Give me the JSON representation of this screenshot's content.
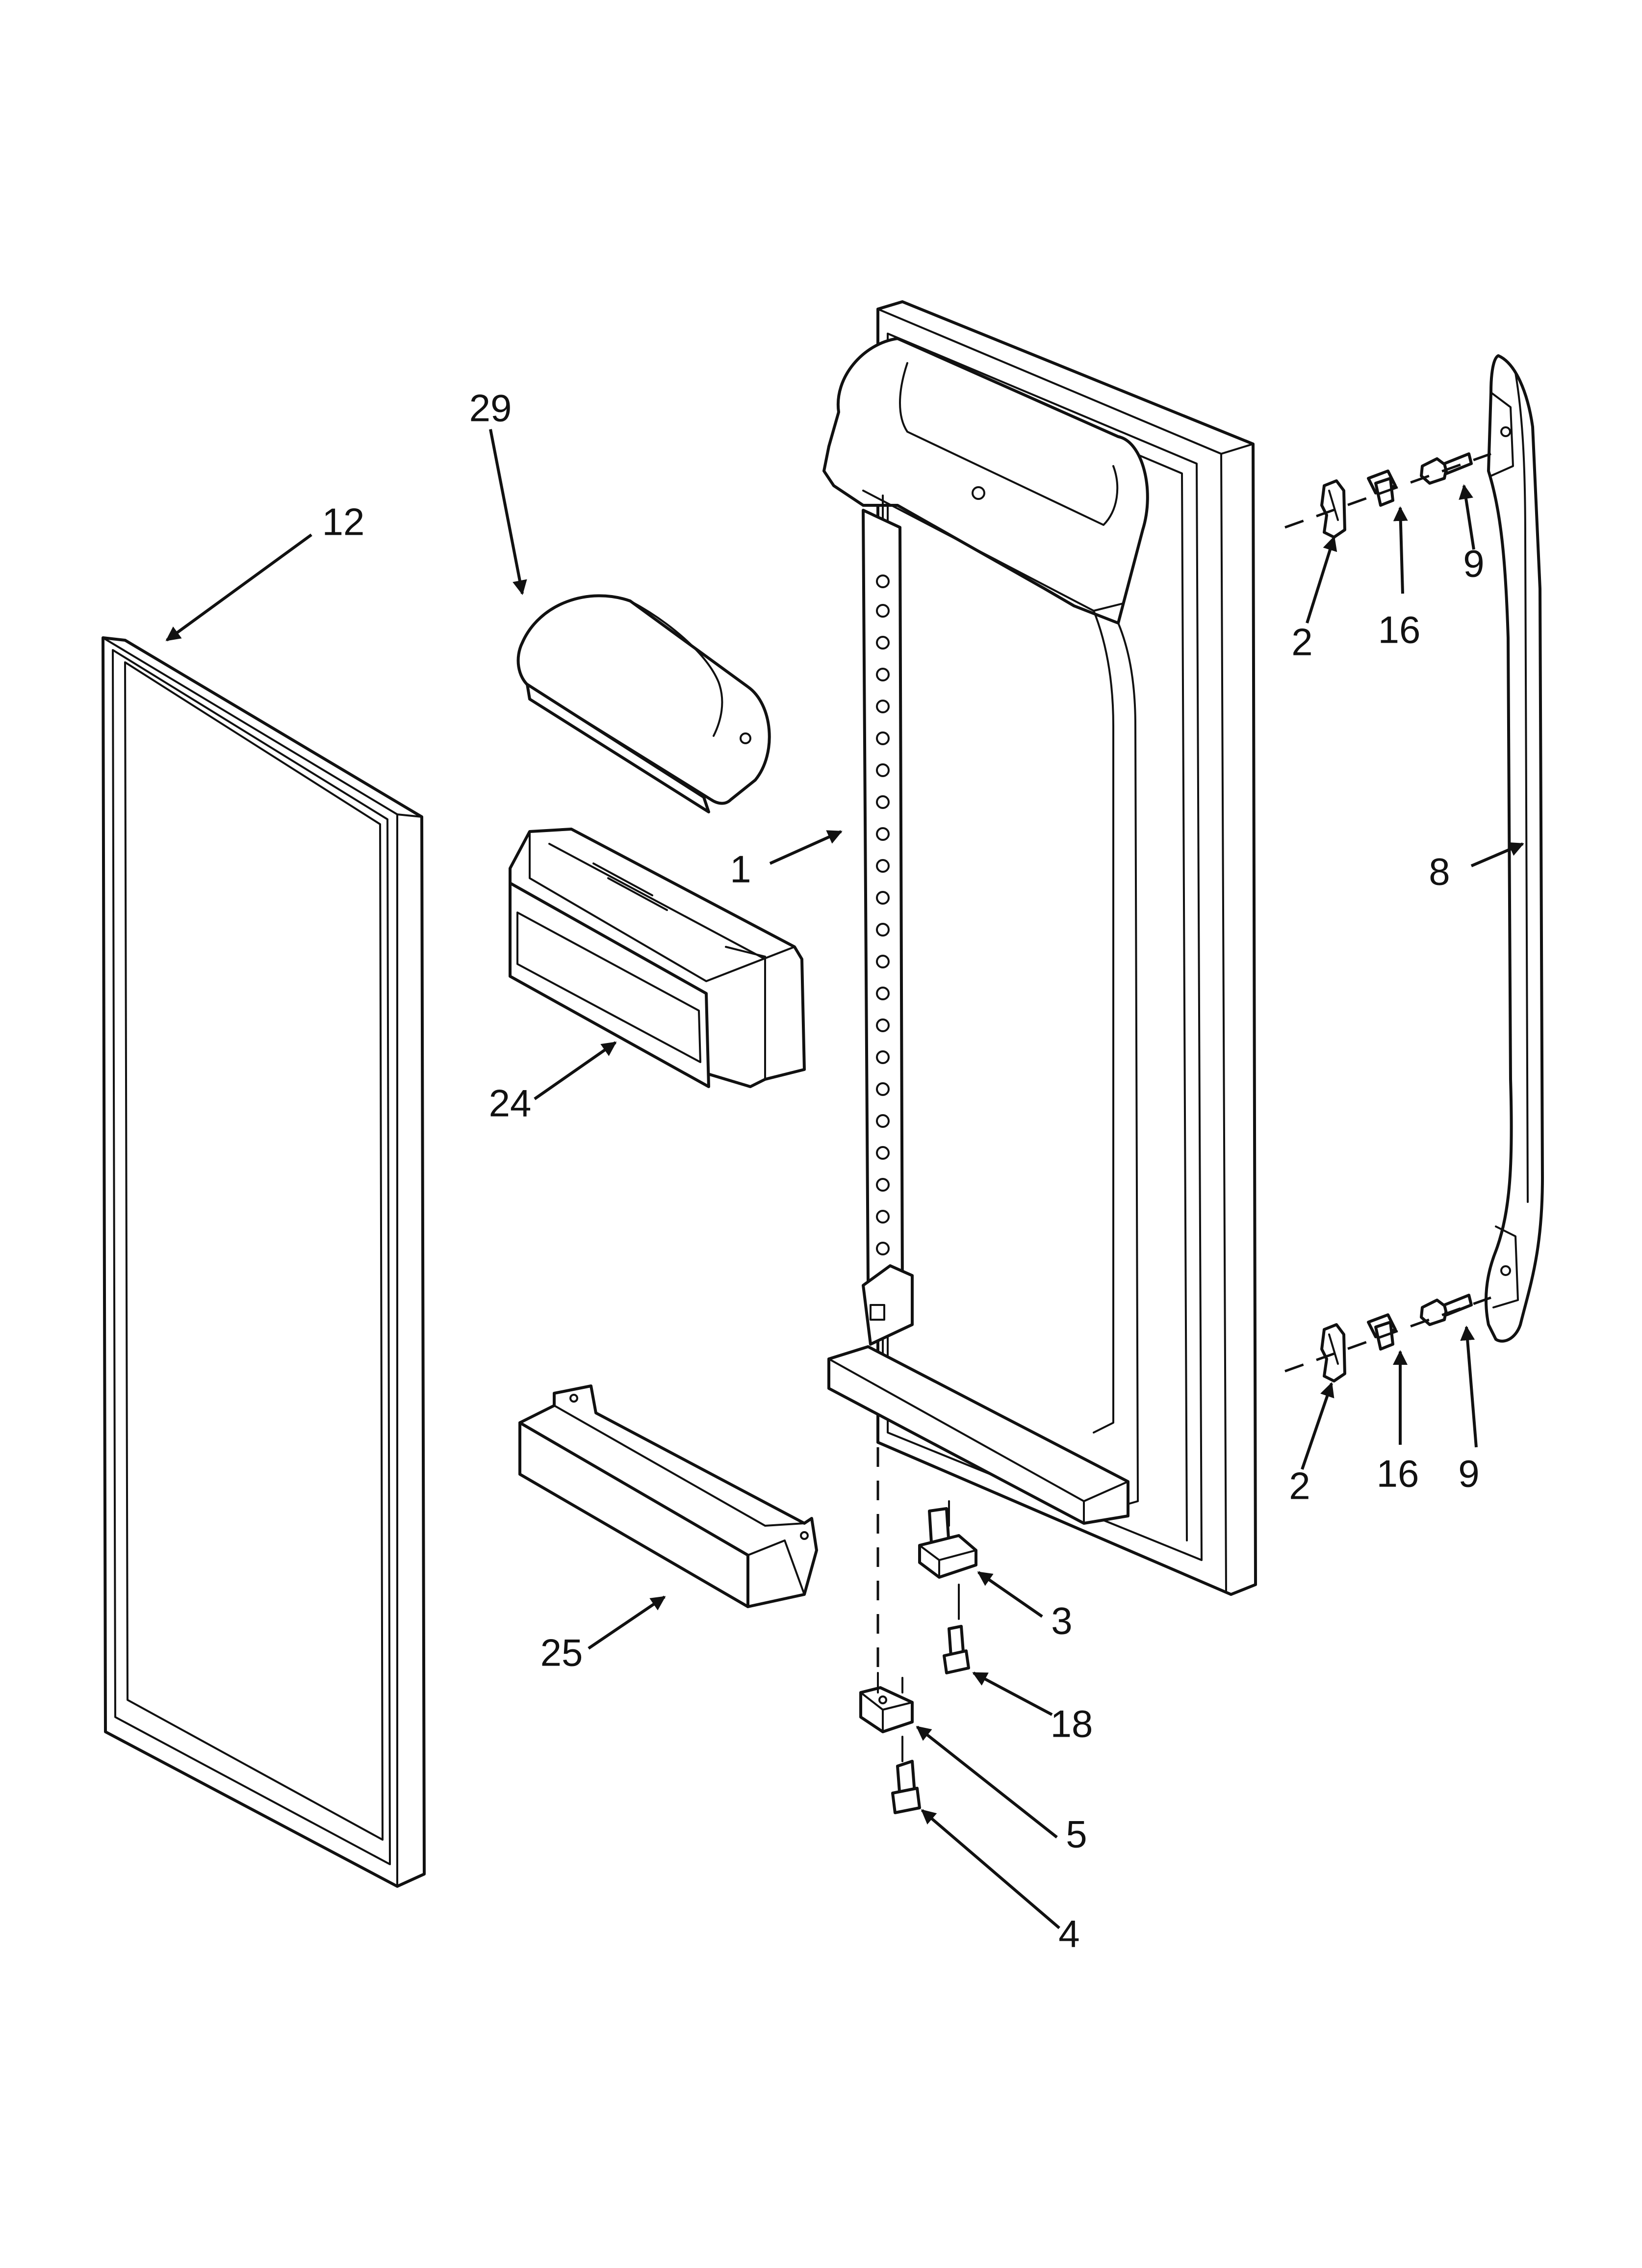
{
  "figure": {
    "callouts": {
      "door": "1",
      "door_gasket": "12",
      "dairy_door": "29",
      "door_bin": "24",
      "lower_bin": "25",
      "handle": "8",
      "clip_top": "2",
      "clip_bottom": "2",
      "screw_16_top": "16",
      "screw_16_bottom": "16",
      "screw_9_top": "9",
      "screw_9_bottom": "9",
      "hinge_pin": "3",
      "screw_18": "18",
      "hinge_bracket": "5",
      "screw_4": "4"
    }
  }
}
